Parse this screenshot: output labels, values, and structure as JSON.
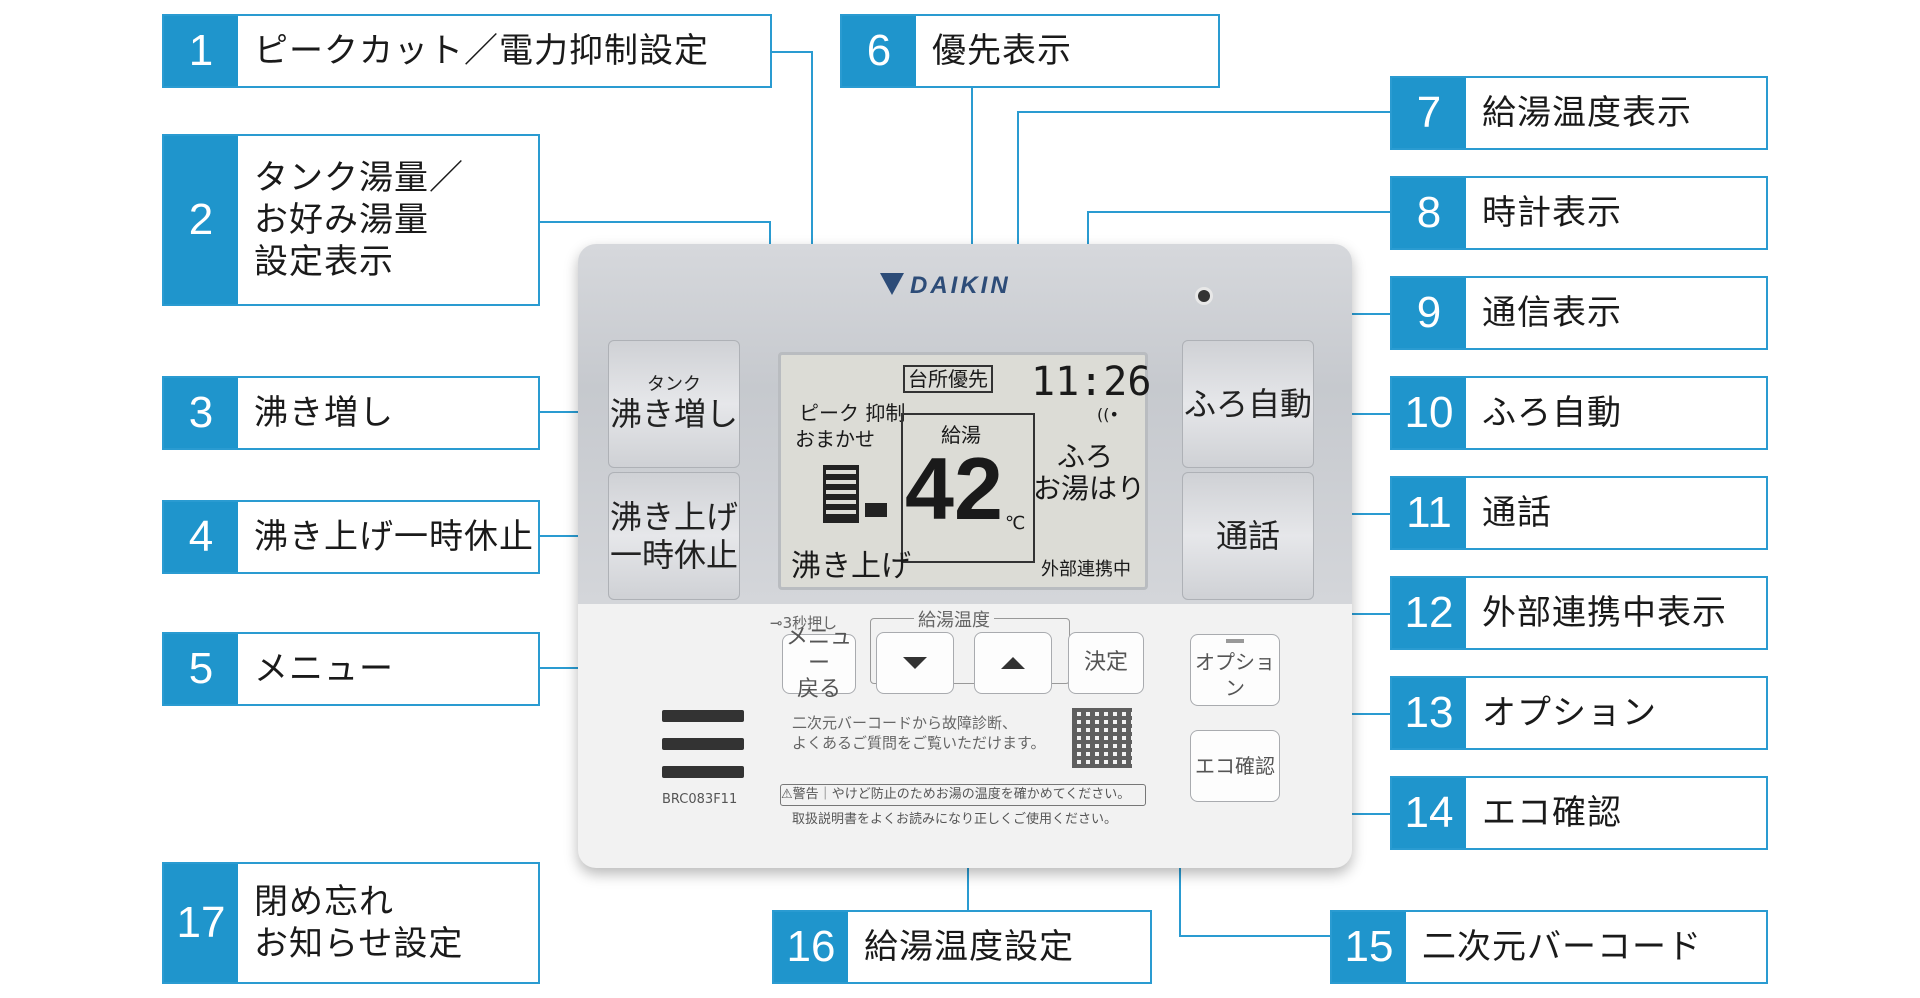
{
  "callouts": [
    {
      "num": "1",
      "text": "ピークカット／電力抑制設定"
    },
    {
      "num": "2",
      "text": "タンク湯量／\nお好み湯量\n設定表示"
    },
    {
      "num": "3",
      "text": "沸き増し"
    },
    {
      "num": "4",
      "text": "沸き上げ一時休止"
    },
    {
      "num": "5",
      "text": "メニュー"
    },
    {
      "num": "6",
      "text": "優先表示"
    },
    {
      "num": "7",
      "text": "給湯温度表示"
    },
    {
      "num": "8",
      "text": "時計表示"
    },
    {
      "num": "9",
      "text": "通信表示"
    },
    {
      "num": "10",
      "text": "ふろ自動"
    },
    {
      "num": "11",
      "text": "通話"
    },
    {
      "num": "12",
      "text": "外部連携中表示"
    },
    {
      "num": "13",
      "text": "オプション"
    },
    {
      "num": "14",
      "text": "エコ確認"
    },
    {
      "num": "15",
      "text": "二次元バーコード"
    },
    {
      "num": "16",
      "text": "給湯温度設定"
    },
    {
      "num": "17",
      "text": "閉め忘れ\nお知らせ設定"
    }
  ],
  "device": {
    "brand": "DAIKIN",
    "buttons": {
      "boost_small": "タンク",
      "boost": "沸き増し",
      "pause": "沸き上げ\n一時休止",
      "bath_auto": "ふろ自動",
      "talk": "通話"
    },
    "lcd": {
      "priority": "台所優先",
      "clock": "11:26",
      "peak_line1": "ピーク 抑制",
      "peak_line2": "おまかせ",
      "supply_label": "給湯",
      "temperature": "42",
      "unit": "℃",
      "bath_line1": "ふろ",
      "bath_line2": "お湯はり",
      "heating": "沸き上げ",
      "external": "外部連携中"
    },
    "lower": {
      "hold_hint": "3秒押し",
      "temp_group_label": "給湯温度",
      "menu_line1": "メニュー",
      "menu_line2": "戻る",
      "decide": "決定",
      "option": "オプション",
      "eco": "エコ確認",
      "qr_line1": "二次元バーコードから故障診断、",
      "qr_line2": "よくあるご質問をご覧いただけます。",
      "warning_tag": "警告",
      "warning_text": "やけど防止のためお湯の温度を確かめてください。",
      "manual_text": "取扱説明書をよくお読みになり正しくご使用ください。",
      "model": "BRC083F11"
    }
  },
  "colors": {
    "accent": "#1f95cc",
    "border": "#2a9bd1",
    "leader": "#2a9bd1"
  }
}
